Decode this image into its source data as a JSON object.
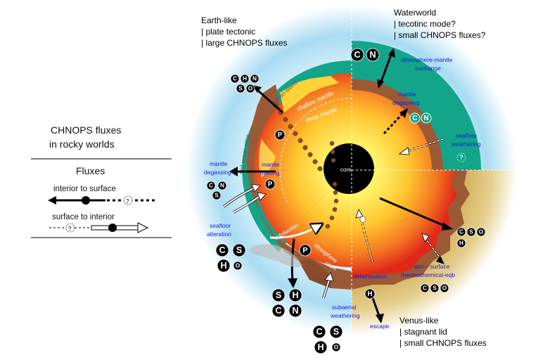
{
  "legend": {
    "title_line1": "CHNOPS fluxes",
    "title_line2": "in rocky worlds",
    "fluxes_heading": "Fluxes",
    "interior_to_surface": "interior to surface",
    "surface_to_interior": "surface to interior",
    "question_mark": "?"
  },
  "quadrants": {
    "earth": {
      "line1": "Earth-like",
      "line2": "| plate tectonic",
      "line3": "| large CHNOPS fluxes"
    },
    "water": {
      "line1": "Waterworld",
      "line2": "| tecotinc mode?",
      "line3": "| small CHNOPS fluxes?"
    },
    "venus": {
      "line1": "Venus-like",
      "line2": "| stagnant lid",
      "line3": "| small CHNOPS fluxes"
    }
  },
  "planet_labels": {
    "core": "core",
    "ocean_island": "ocean island",
    "shallow_mantle": "shallow mantle",
    "deep_mantle": "deep mantle",
    "mid_ocean_ridge": "mid-ocean ridge",
    "subduction": "subduction",
    "lithosphere": "lithosphere",
    "crust": "crust",
    "arc": "arc"
  },
  "process_labels": {
    "atm_mantle_1": "atmosphere-mantle",
    "atm_mantle_2": "exchange",
    "mantle_degassing_w1": "mantle",
    "mantle_degassing_w2": "degassing",
    "seafloor_weathering_1": "seafloor",
    "seafloor_weathering_2": "weathering",
    "mantle_degassing_e1": "mantle",
    "mantle_degassing_e2": "degassing",
    "mantle_melting_1": "mantle",
    "mantle_melting_2": "melting",
    "seafloor_alteration_1": "seafloor",
    "seafloor_alteration_2": "alteration",
    "delamination": "delamination",
    "atm_surface_1": "atm – surface",
    "atm_surface_2": "thermochemical-eqb",
    "subaerial_1": "subaerial",
    "subaerial_2": "weathering",
    "escape": "escape"
  },
  "element_badges": {
    "C": "C",
    "H": "H",
    "N": "N",
    "O": "O",
    "P": "P",
    "S": "S",
    "Q": "?"
  },
  "colors": {
    "sky": "#a8dcf2",
    "ocean": "#12a58a",
    "mantle_inner": "#ffdf3a",
    "mantle_outer": "#e8331c",
    "crust": "#9b5a35",
    "venus_atm": "#c8a040",
    "blue_text": "#1a1adb"
  }
}
